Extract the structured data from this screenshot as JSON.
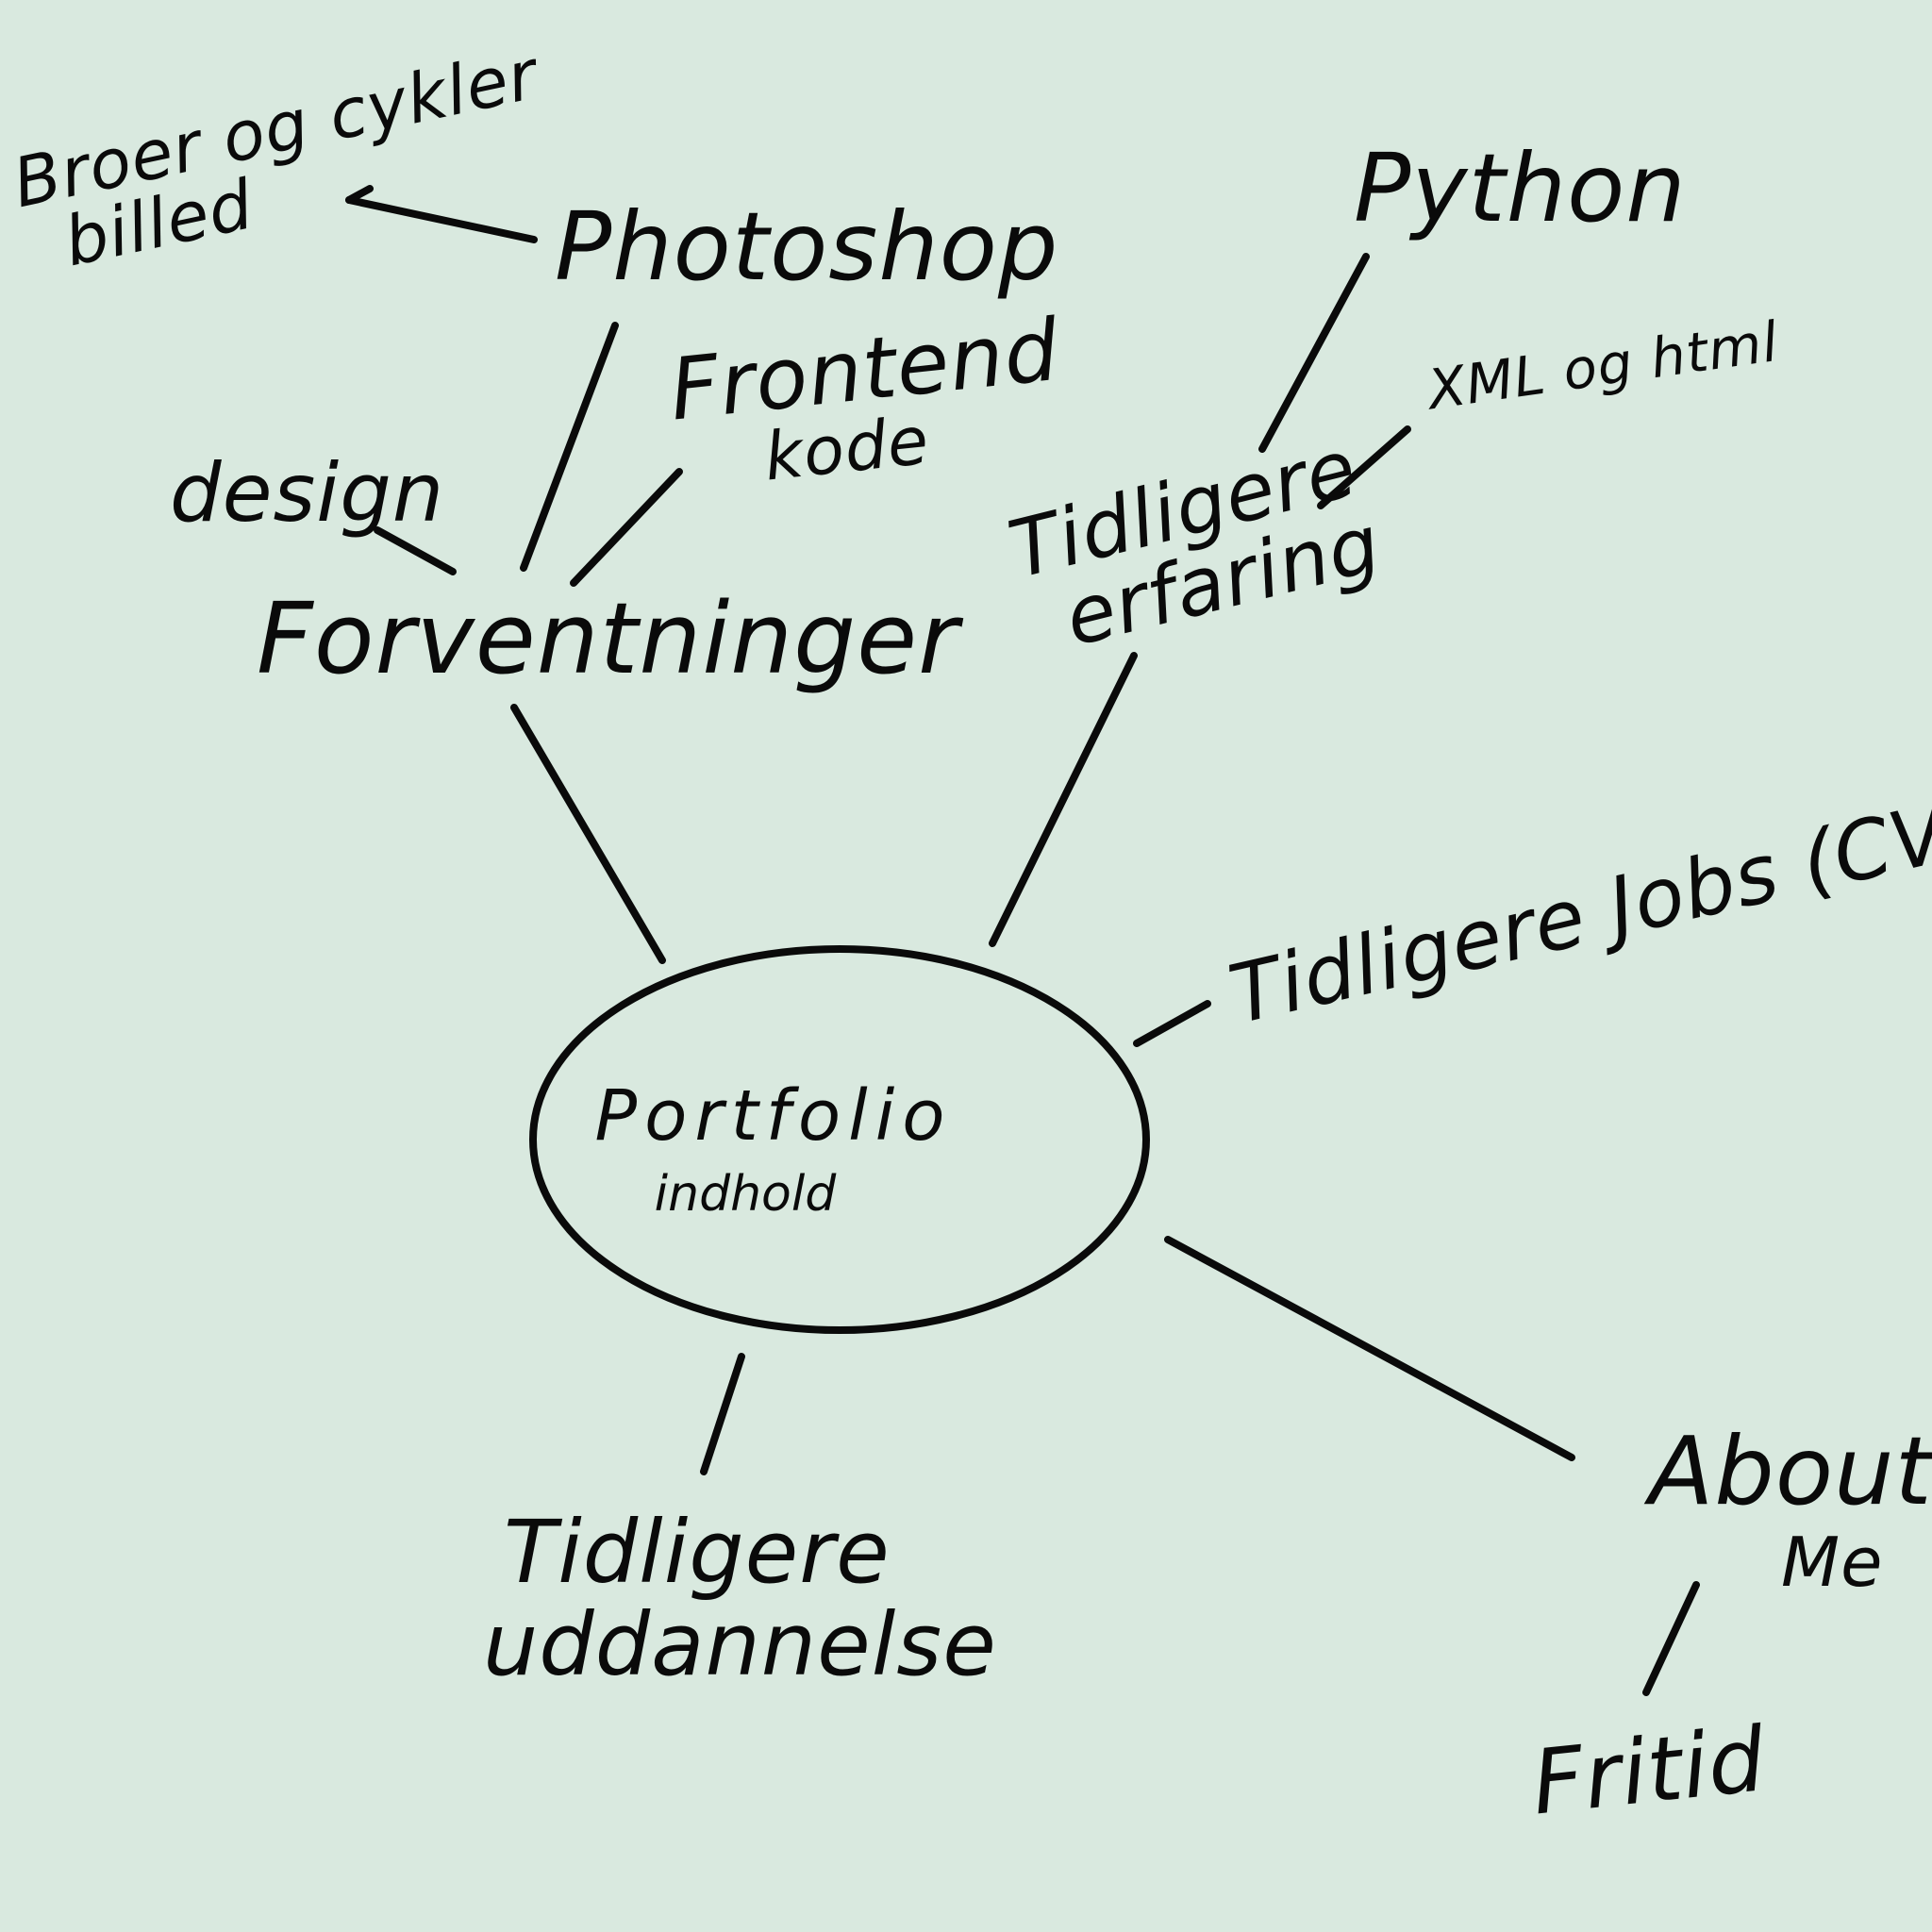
{
  "diagram": {
    "background_color": "#d9e9df",
    "ink_color": "#0a0a0a",
    "center": {
      "line1": "Portfolio",
      "line2": "indhold"
    },
    "nodes": {
      "forventninger": {
        "line1": "Forventninger"
      },
      "design": {
        "line1": "design"
      },
      "photoshop": {
        "line1": "Photoshop"
      },
      "frontend": {
        "line1": "Frontend",
        "line2": "kode"
      },
      "broer": {
        "line1": "Broer og cykler",
        "line2": "billed"
      },
      "tidligere_erfaring": {
        "line1": "Tidligere",
        "line2": "erfaring"
      },
      "python": {
        "line1": "Python"
      },
      "xml": {
        "line1": "XML og html"
      },
      "tidligere_jobs": {
        "line1": "Tidligere Jobs (CV)"
      },
      "about": {
        "line1": "About",
        "line2": "Me"
      },
      "fritid": {
        "line1": "Fritid"
      },
      "uddannelse": {
        "line1": "Tidligere",
        "line2": "uddannelse"
      }
    }
  }
}
